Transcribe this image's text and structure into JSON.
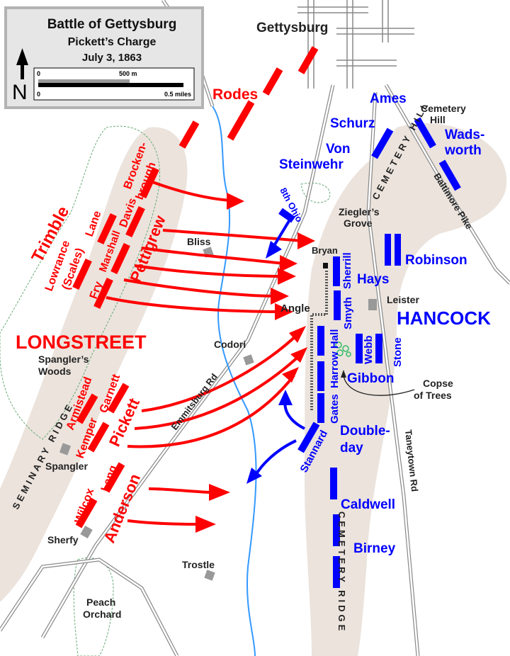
{
  "legend": {
    "title": "Battle of Gettysburg",
    "subtitle": "Pickett’s Charge",
    "date": "July 3, 1863",
    "north": "N",
    "scale": {
      "m_zero": "0",
      "m_label": "500 m",
      "mi_zero": "0",
      "mi_label": "0.5 miles"
    }
  },
  "places": {
    "gettysburg": "Gettysburg",
    "cemetery_hill_1": "Cemetery",
    "cemetery_hill_2": "Hill",
    "zieglers_1": "Ziegler’s",
    "zieglers_2": "Grove",
    "bryan": "Bryan",
    "angle": "Angle",
    "leister": "Leister",
    "codori": "Codori",
    "bliss": "Bliss",
    "spanglers_woods_1": "Spangler’s",
    "spanglers_woods_2": "Woods",
    "spangler": "Spangler",
    "sherfy": "Sherfy",
    "trostle": "Trostle",
    "peach_1": "Peach",
    "peach_2": "Orchard",
    "copse_1": "Copse",
    "copse_2": "of Trees"
  },
  "terrain": {
    "seminary_ridge": "SEMINARY RIDGE",
    "cemetery_ridge": "CEMETERY RIDGE",
    "cemetery_hill": "CEMETERY HILL",
    "emmitsburg_rd": "Emmitsburg Rd",
    "taneytown_rd": "Taneytown  Rd",
    "baltimore_pike": "Baltimore Pike"
  },
  "confederate": {
    "longstreet": "LONGSTREET",
    "rodes": "Rodes",
    "trimble": "Trimble",
    "pettigrew": "Pettigrew",
    "pickett": "Pickett",
    "anderson": "Anderson",
    "lowrance": "Lowrance",
    "scales": "(Scales)",
    "lane": "Lane",
    "fry": "Fry",
    "marshall": "Marshall",
    "davis": "Davis",
    "brocken": "Brocken-",
    "brough": "brough",
    "armistead": "Armistead",
    "garnett": "Garnett",
    "kemper": "Kemper",
    "wilcox": "Wilcox",
    "lang": "Lang"
  },
  "union": {
    "hancock": "HANCOCK",
    "ames": "Ames",
    "schurz": "Schurz",
    "von": "Von",
    "steinwehr": "Steinwehr",
    "wads": "Wads-",
    "worth": "worth",
    "robinson": "Robinson",
    "hays": "Hays",
    "gibbon": "Gibbon",
    "double": "Double-",
    "day": "day",
    "caldwell": "Caldwell",
    "birney": "Birney",
    "ohio": "8th Ohio",
    "sherrill": "Sherrill",
    "smyth": "Smyth",
    "harrow": "Harrow",
    "hall": "Hall",
    "webb": "Webb",
    "stone": "Stone",
    "gates": "Gates",
    "stannard": "Stannard"
  },
  "colors": {
    "confederate": "#ff0000",
    "union": "#0000ff",
    "ridge": "#ebe3dc",
    "woods": "#66aa77",
    "stream": "#3399ff",
    "roads": "#888888"
  }
}
